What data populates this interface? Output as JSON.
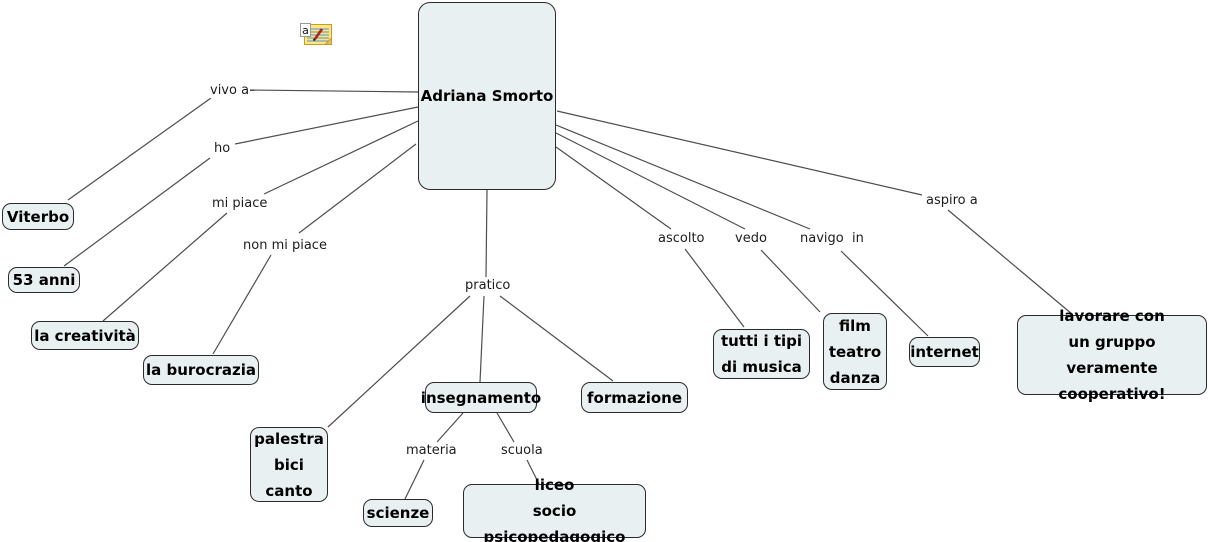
{
  "app": {
    "type": "concept-map",
    "background": "#ffffff"
  },
  "colors": {
    "node_fill": "#e9f0f1",
    "node_border": "#2b2b2b",
    "connector_line": "#4d4d4d",
    "label_text": "#1c1c1c",
    "node_text": "#000000",
    "annotation_note": "#fbe87f",
    "annotation_note_border": "#c9992b",
    "annotation_lines": "#5b8ed6",
    "annotation_pen": "#b22222"
  },
  "annotation": {
    "letter": "a"
  },
  "nodes": {
    "adriana": {
      "label": "Adriana Smorto"
    },
    "viterbo": {
      "label": "Viterbo"
    },
    "anni53": {
      "label": "53 anni"
    },
    "creativita": {
      "label": "la creatività"
    },
    "burocrazia": {
      "label": "la burocrazia"
    },
    "palestra": {
      "label": "palestra\nbici\ncanto"
    },
    "insegnamento": {
      "label": "insegnamento"
    },
    "formazione": {
      "label": "formazione"
    },
    "scienze": {
      "label": "scienze"
    },
    "liceo": {
      "label": "liceo\nsocio psicopedagogico"
    },
    "musica": {
      "label": "tutti i tipi\ndi musica"
    },
    "film": {
      "label": "film\nteatro\ndanza"
    },
    "internet": {
      "label": "internet"
    },
    "lavorare": {
      "label": "lavorare con\nun gruppo\nveramente cooperativo!"
    }
  },
  "link_labels": {
    "vivo_a": "vivo a",
    "ho": "ho",
    "mi_piace": "mi piace",
    "non_mi_piace": "non mi piace",
    "pratico": "pratico",
    "materia": "materia",
    "scuola": "scuola",
    "ascolto": "ascolto",
    "vedo": "vedo",
    "navigo_in": "navigo  in",
    "aspiro_a": "aspiro a"
  },
  "edges": [
    {
      "from": "adriana",
      "label": "vivo a",
      "to": [
        "viterbo"
      ]
    },
    {
      "from": "adriana",
      "label": "ho",
      "to": [
        "anni53"
      ]
    },
    {
      "from": "adriana",
      "label": "mi piace",
      "to": [
        "creativita"
      ]
    },
    {
      "from": "adriana",
      "label": "non mi piace",
      "to": [
        "burocrazia"
      ]
    },
    {
      "from": "adriana",
      "label": "pratico",
      "to": [
        "palestra",
        "insegnamento",
        "formazione"
      ]
    },
    {
      "from": "insegnamento",
      "label": "materia",
      "to": [
        "scienze"
      ]
    },
    {
      "from": "insegnamento",
      "label": "scuola",
      "to": [
        "liceo"
      ]
    },
    {
      "from": "adriana",
      "label": "ascolto",
      "to": [
        "musica"
      ]
    },
    {
      "from": "adriana",
      "label": "vedo",
      "to": [
        "film"
      ]
    },
    {
      "from": "adriana",
      "label": "navigo  in",
      "to": [
        "internet"
      ]
    },
    {
      "from": "adriana",
      "label": "aspiro a",
      "to": [
        "lavorare"
      ]
    }
  ]
}
